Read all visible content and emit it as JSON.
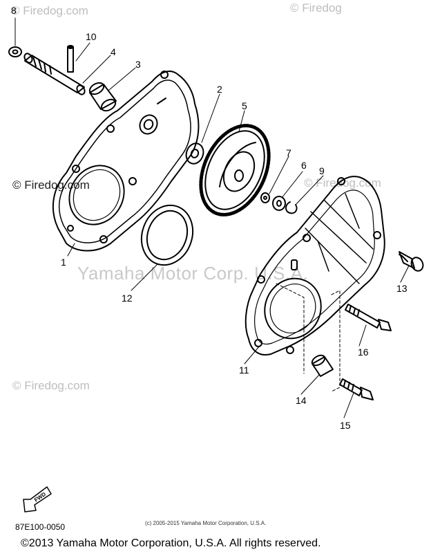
{
  "diagram": {
    "part_labels": [
      "1",
      "2",
      "3",
      "4",
      "5",
      "6",
      "7",
      "8",
      "9",
      "10",
      "11",
      "12",
      "13",
      "14",
      "15",
      "16"
    ],
    "fwd_label": "FWD",
    "diagram_code": "87E100-0050",
    "small_copyright": "(c) 2005-2015 Yamaha Motor Corporation, U.S.A."
  },
  "watermarks": {
    "site": "© Firedog.com",
    "site_short": "© Firedog",
    "brand": "Yamaha Motor Corp. U.S.A."
  },
  "footer": {
    "copyright": "©2013 Yamaha Motor Corporation, U.S.A. All rights reserved."
  },
  "colors": {
    "line": "#000000",
    "watermark": "#bdbdbd",
    "background": "#ffffff"
  }
}
